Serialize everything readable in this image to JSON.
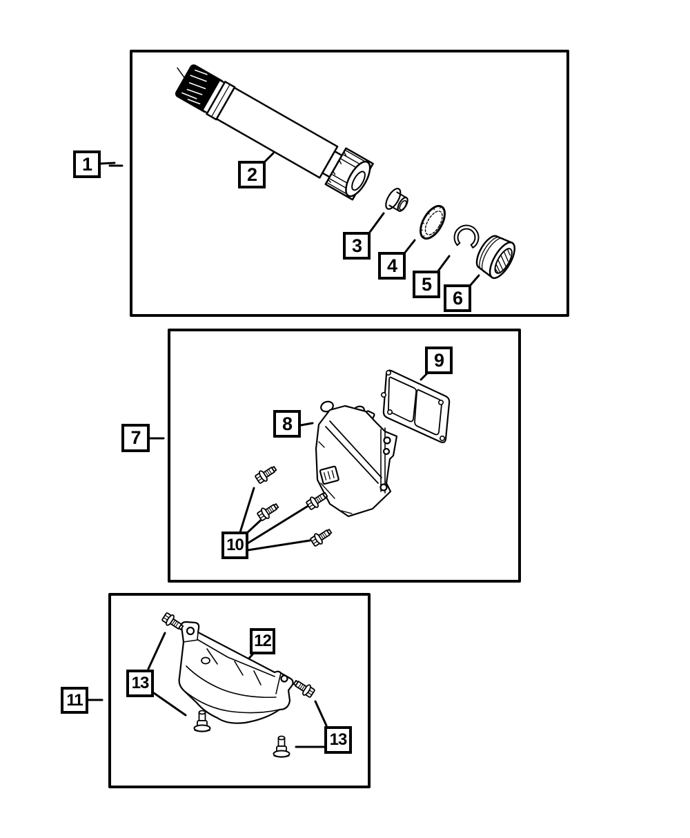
{
  "page": {
    "type": "exploded-parts-diagram",
    "background": "#ffffff",
    "ink": "#000000"
  },
  "callouts": [
    {
      "id": "1",
      "label": "1"
    },
    {
      "id": "2",
      "label": "2"
    },
    {
      "id": "3",
      "label": "3"
    },
    {
      "id": "4",
      "label": "4"
    },
    {
      "id": "5",
      "label": "5"
    },
    {
      "id": "6",
      "label": "6"
    },
    {
      "id": "7",
      "label": "7"
    },
    {
      "id": "8",
      "label": "8"
    },
    {
      "id": "9",
      "label": "9"
    },
    {
      "id": "10",
      "label": "10"
    },
    {
      "id": "11",
      "label": "11"
    },
    {
      "id": "12",
      "label": "12"
    },
    {
      "id": "13a",
      "label": "13"
    },
    {
      "id": "13b",
      "label": "13"
    }
  ],
  "sections": [
    {
      "name": "axle-shaft-group",
      "callout_labels": [
        "1",
        "2",
        "3",
        "4",
        "5",
        "6"
      ]
    },
    {
      "name": "actuator-group",
      "callout_labels": [
        "7",
        "8",
        "9",
        "10"
      ]
    },
    {
      "name": "bracket-group",
      "callout_labels": [
        "11",
        "12",
        "13",
        "13"
      ]
    }
  ]
}
